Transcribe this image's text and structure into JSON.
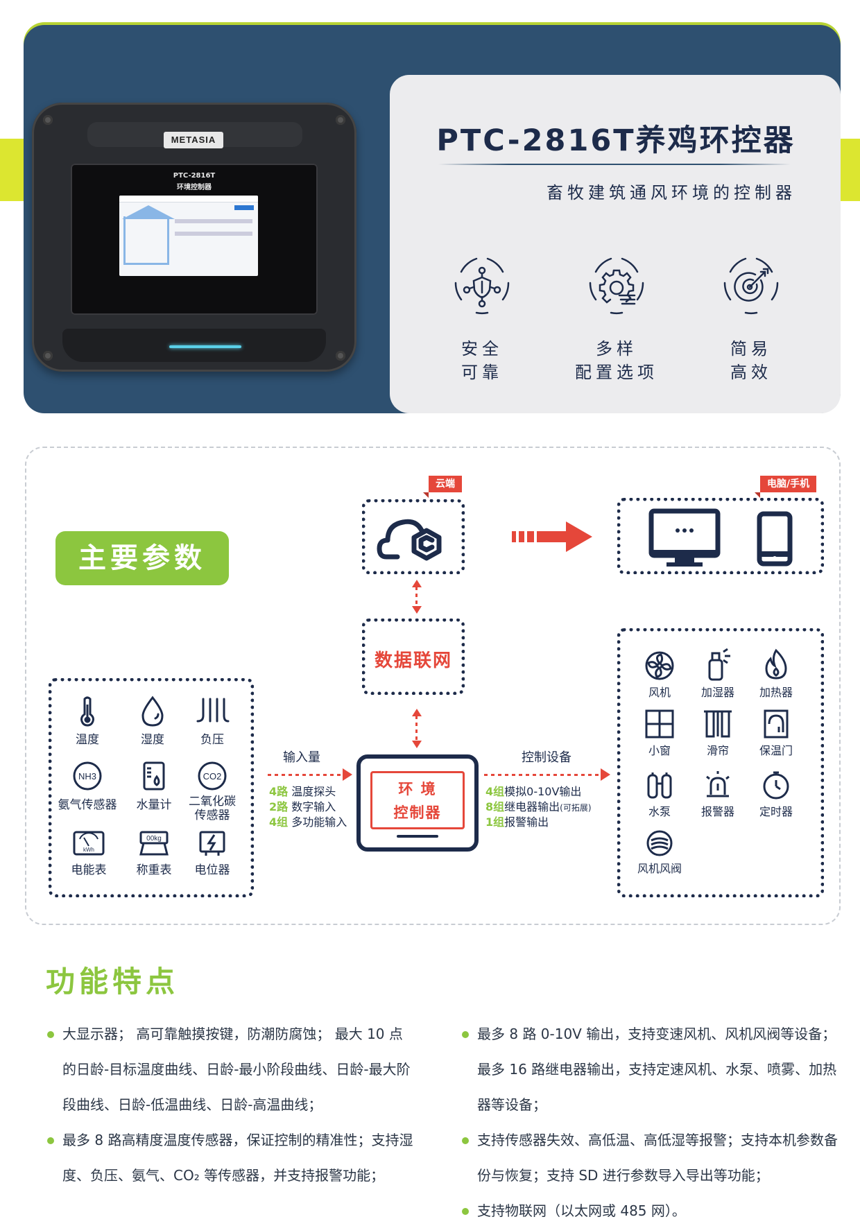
{
  "hero": {
    "brand": "METASIA",
    "screen_model": "PTC-2816T",
    "screen_title": "环境控制器",
    "title": "PTC-2816T养鸡环控器",
    "subtitle": "畜牧建筑通风环境的控制器",
    "features": [
      {
        "line1": "安全",
        "line2": "可靠",
        "icon": "shield-network-icon"
      },
      {
        "line1": "多样",
        "line2": "配置选项",
        "icon": "gear-config-icon"
      },
      {
        "line1": "简易",
        "line2": "高效",
        "icon": "target-icon"
      }
    ]
  },
  "diagram": {
    "heading": "主要参数",
    "cloud_tag": "云端",
    "pc_tag": "电脑/手机",
    "network_label": "数据联网",
    "input_heading": "输入量",
    "inputs": [
      {
        "num": "4路",
        "text": " 温度探头"
      },
      {
        "num": "2路",
        "text": " 数字输入"
      },
      {
        "num": "4组",
        "text": " 多功能输入"
      }
    ],
    "output_heading": "控制设备",
    "outputs": [
      {
        "num": "4组",
        "text": "模拟0-10V输出",
        "note": ""
      },
      {
        "num": "8组",
        "text": "继电器输出",
        "note": "(可拓展)"
      },
      {
        "num": "1组",
        "text": "报警输出",
        "note": ""
      }
    ],
    "controller_line1": "环 境",
    "controller_line2": "控制器",
    "sensors": [
      "温度",
      "湿度",
      "负压",
      "氨气传感器",
      "水量计",
      "二氧化碳传感器",
      "电能表",
      "称重表",
      "电位器"
    ],
    "sensor_glyphs": {
      "nh3": "NH3",
      "co2": "CO2",
      "kwh": "kWh",
      "weight": "00kg"
    },
    "devices": [
      "风机",
      "加湿器",
      "加热器",
      "小窗",
      "滑帘",
      "保温门",
      "水泵",
      "报警器",
      "定时器",
      "风机风阀"
    ]
  },
  "features_section": {
    "title": "功能特点",
    "left": [
      "大显示器； 高可靠触摸按键，防潮防腐蚀； 最大 10 点的日龄-目标温度曲线、日龄-最小阶段曲线、日龄-最大阶段曲线、日龄-低温曲线、日龄-高温曲线；",
      "最多 8 路高精度温度传感器，保证控制的精准性；支持湿度、负压、氨气、CO₂ 等传感器，并支持报警功能；"
    ],
    "right": [
      "最多 8 路 0-10V 输出，支持变速风机、风机风阀等设备； 最多 16 路继电器输出，支持定速风机、水泵、喷雾、加热器等设备；",
      "支持传感器失效、高低温、高低湿等报警；支持本机参数备份与恢复；支持 SD 进行参数导入导出等功能；",
      "支持物联网（以太网或 485 网）。"
    ]
  },
  "colors": {
    "navy": "#2e5070",
    "lime": "#8cc63f",
    "red": "#e5473a",
    "ink": "#1d2b4a"
  }
}
